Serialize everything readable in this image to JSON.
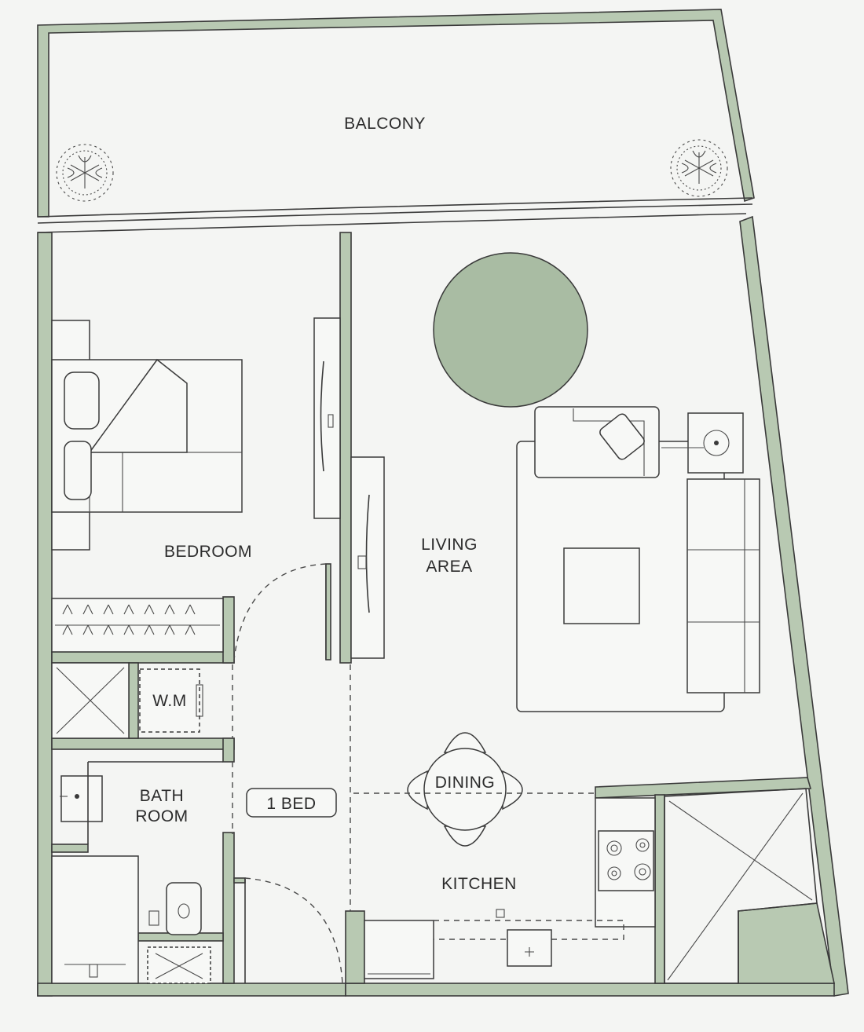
{
  "labels": {
    "balcony": "BALCONY",
    "bedroom": "BEDROOM",
    "living_line1": "LIVING",
    "living_line2": "AREA",
    "wm": "W.M",
    "bath_line1": "BATH",
    "bath_line2": "ROOM",
    "unit_tag": "1 BED",
    "dining": "DINING",
    "kitchen": "KITCHEN"
  },
  "colors": {
    "wall_fill": "#b8c9b2",
    "rug_fill": "#a9bca3",
    "line": "#3a3a3a",
    "floor": "#f4f5f3"
  }
}
